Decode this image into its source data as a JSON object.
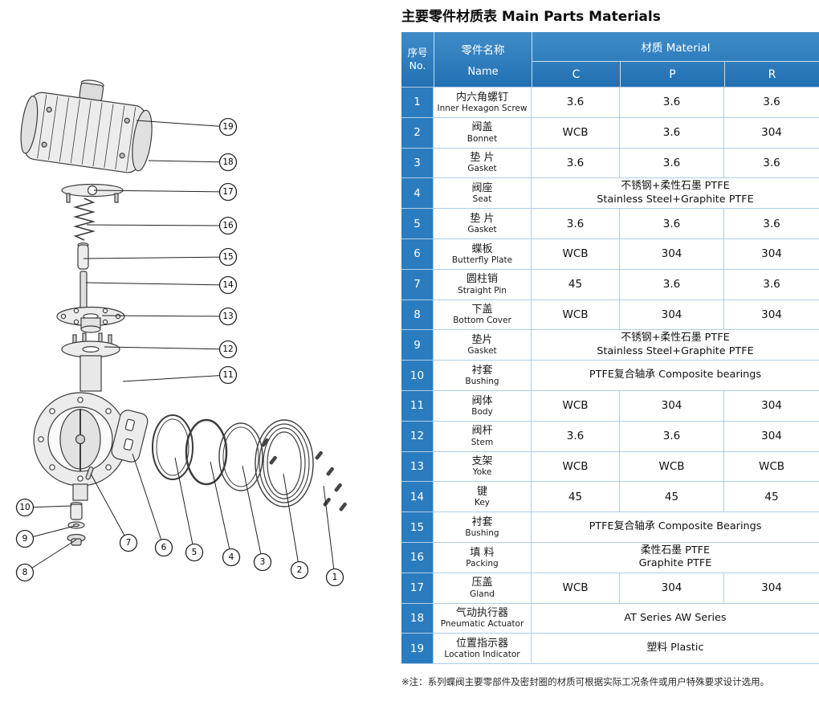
{
  "page": {
    "title": "主要零件材质表 Main Parts Materials",
    "note": "※注：系列蝶阀主要零部件及密封圈的材质可根据实际工况条件或用户特殊要求设计选用。"
  },
  "colors": {
    "header_blue": "#2b7cbe",
    "grid_blue": "#aecde9"
  },
  "table": {
    "headers": {
      "no_cn": "序号",
      "no_en": "No.",
      "name_cn": "零件名称",
      "name_en": "Name",
      "material": "材质 Material",
      "c": "C",
      "p": "P",
      "r": "R"
    },
    "rows": [
      {
        "no": "1",
        "cn": "内六角螺钉",
        "en": "Inner Hexagon Screw",
        "c": "3.6",
        "p": "3.6",
        "r": "3.6"
      },
      {
        "no": "2",
        "cn": "阀盖",
        "en": "Bonnet",
        "c": "WCB",
        "p": "3.6",
        "r": "304"
      },
      {
        "no": "3",
        "cn": "垫 片",
        "en": "Gasket",
        "c": "3.6",
        "p": "3.6",
        "r": "3.6"
      },
      {
        "no": "4",
        "cn": "阀座",
        "en": "Seat",
        "span": [
          "不锈钢+柔性石墨 PTFE",
          "Stainless Steel+Graphite PTFE"
        ]
      },
      {
        "no": "5",
        "cn": "垫 片",
        "en": "Gasket",
        "c": "3.6",
        "p": "3.6",
        "r": "3.6"
      },
      {
        "no": "6",
        "cn": "蝶板",
        "en": "Butterfly Plate",
        "c": "WCB",
        "p": "304",
        "r": "304"
      },
      {
        "no": "7",
        "cn": "圆柱销",
        "en": "Straight Pin",
        "c": "45",
        "p": "3.6",
        "r": "3.6"
      },
      {
        "no": "8",
        "cn": "下盖",
        "en": "Bottom Cover",
        "c": "WCB",
        "p": "304",
        "r": "304"
      },
      {
        "no": "9",
        "cn": "垫片",
        "en": "Gasket",
        "span": [
          "不锈钢+柔性石墨 PTFE",
          "Stainless Steel+Graphite PTFE"
        ]
      },
      {
        "no": "10",
        "cn": "衬套",
        "en": "Bushing",
        "span": [
          "PTFE复合轴承 Composite bearings"
        ]
      },
      {
        "no": "11",
        "cn": "阀体",
        "en": "Body",
        "c": "WCB",
        "p": "304",
        "r": "304"
      },
      {
        "no": "12",
        "cn": "阀杆",
        "en": "Stem",
        "c": "3.6",
        "p": "3.6",
        "r": "304"
      },
      {
        "no": "13",
        "cn": "支架",
        "en": "Yoke",
        "c": "WCB",
        "p": "WCB",
        "r": "WCB"
      },
      {
        "no": "14",
        "cn": "键",
        "en": "Key",
        "c": "45",
        "p": "45",
        "r": "45"
      },
      {
        "no": "15",
        "cn": "衬套",
        "en": "Bushing",
        "span": [
          "PTFE复合轴承 Composite Bearings"
        ]
      },
      {
        "no": "16",
        "cn": "填 料",
        "en": "Packing",
        "span": [
          "柔性石墨 PTFE",
          "Graphite PTFE"
        ]
      },
      {
        "no": "17",
        "cn": "压盖",
        "en": "Gland",
        "c": "WCB",
        "p": "304",
        "r": "304"
      },
      {
        "no": "18",
        "cn": "气动执行器",
        "en": "Pneumatic Actuator",
        "span": [
          "AT Series  AW Series"
        ]
      },
      {
        "no": "19",
        "cn": "位置指示器",
        "en": "Location Indicator",
        "span": [
          "塑料 Plastic"
        ]
      }
    ]
  },
  "diagram": {
    "description": "Exploded view of pneumatic butterfly valve",
    "callouts": [
      "19",
      "18",
      "17",
      "16",
      "15",
      "14",
      "13",
      "12",
      "11",
      "10",
      "9",
      "8",
      "7",
      "6",
      "5",
      "4",
      "3",
      "2",
      "1"
    ]
  }
}
